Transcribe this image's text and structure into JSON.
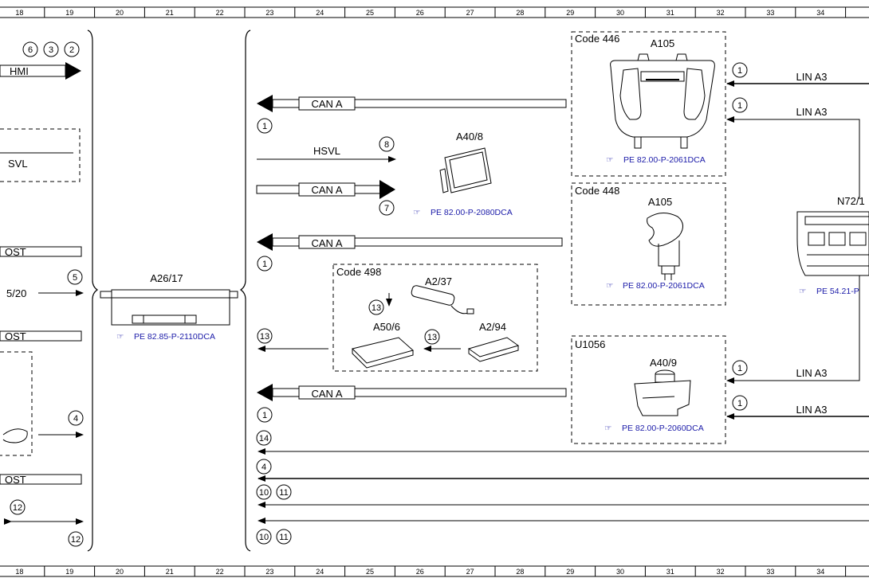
{
  "ruler": [
    "18",
    "19",
    "20",
    "21",
    "22",
    "23",
    "24",
    "25",
    "26",
    "27",
    "28",
    "29",
    "30",
    "31",
    "32",
    "33",
    "34"
  ],
  "left": {
    "hmi_label": "HMI",
    "svl_label": "SVL",
    "ost_label": "OST",
    "five20_label": "5/20"
  },
  "components": {
    "a2617": "A26/17",
    "a408": "A40/8",
    "a105_446": "A105",
    "a105_448": "A105",
    "a409": "A40/9",
    "a237": "A2/37",
    "a506": "A50/6",
    "a294": "A2/94",
    "n72": "N72/1"
  },
  "codes": {
    "c446": "Code 446",
    "c448": "Code 448",
    "c498": "Code 498",
    "u1056": "U1056"
  },
  "refs": {
    "r_a2617": "PE 82.85-P-2110DCA",
    "r_a408": "PE 82.00-P-2080DCA",
    "r_446": "PE 82.00-P-2061DCA",
    "r_448": "PE 82.00-P-2061DCA",
    "r_a409": "PE 82.00-P-2060DCA",
    "r_n72": "PE 54.21-P"
  },
  "buses": {
    "can": "CAN A",
    "hsvl": "HSVL",
    "lin": "LIN A3"
  },
  "markers": {
    "m6": "6",
    "m3": "3",
    "m2": "2",
    "m5": "5",
    "m4": "4",
    "m12": "12",
    "m1": "1",
    "m8": "8",
    "m7": "7",
    "m13": "13",
    "m14": "14",
    "m10": "10",
    "m11": "11"
  }
}
